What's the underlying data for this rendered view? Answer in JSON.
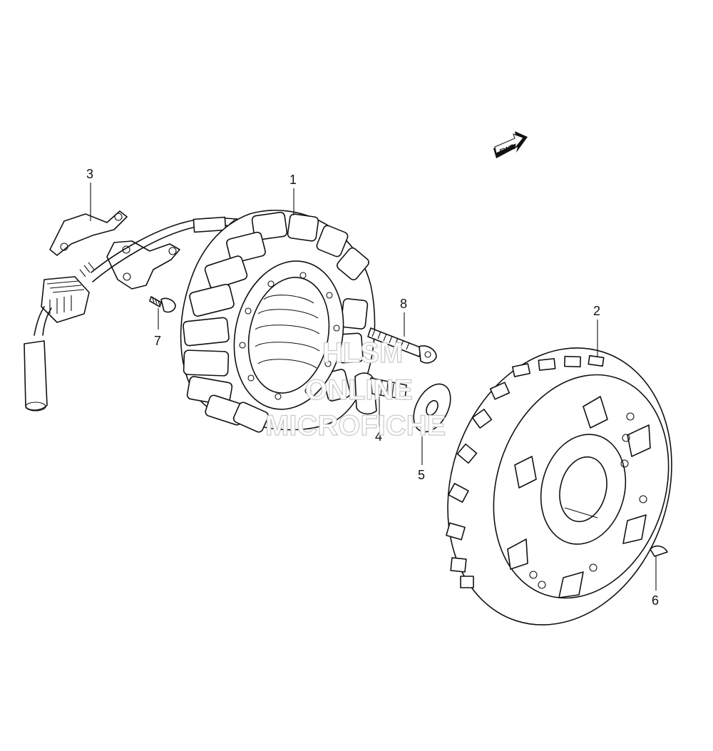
{
  "fwd_label": "FWD",
  "watermark": {
    "line1": "HLSM",
    "line2": "ONLINE",
    "line3": "MICROFICHE"
  },
  "callouts": {
    "c1": "1",
    "c2": "2",
    "c3": "3",
    "c4": "4",
    "c5": "5",
    "c6": "6",
    "c7": "7",
    "c8": "8"
  }
}
